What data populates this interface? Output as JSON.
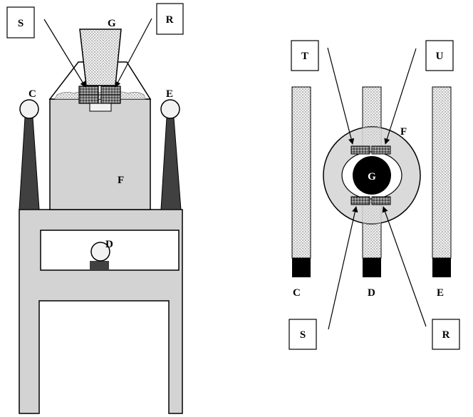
{
  "side_view": {
    "callouts": {
      "s": "S",
      "r": "R"
    },
    "labels": {
      "g": "G",
      "c": "C",
      "e": "E",
      "f": "F",
      "d": "D"
    }
  },
  "top_view": {
    "callouts": {
      "t": "T",
      "u": "U",
      "s": "S",
      "r": "R"
    },
    "labels": {
      "f": "F",
      "g": "G",
      "c": "C",
      "d": "D",
      "e": "E"
    }
  }
}
